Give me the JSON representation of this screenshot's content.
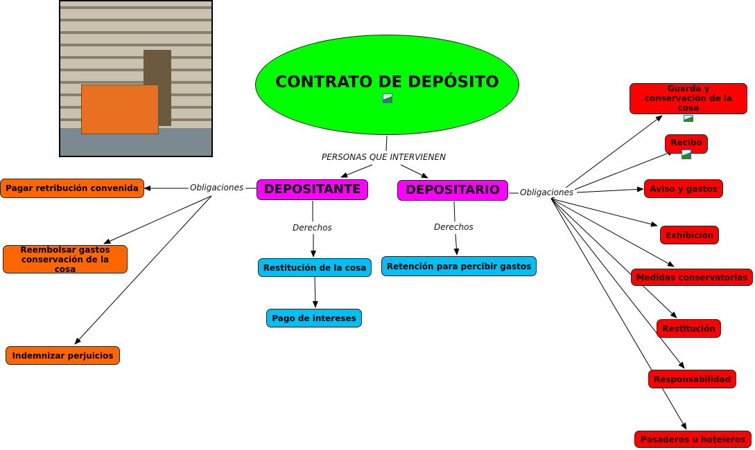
{
  "title": "CONTRATO DE DEPÓSITO",
  "link_labels": {
    "personas": "PERSONAS QUE INTERVIENEN",
    "obligaciones_left": "Obligaciones",
    "derechos_left": "Derechos",
    "derechos_right": "Derechos",
    "obligaciones_right": "Obligaciones"
  },
  "parties": {
    "depositante": "DEPOSITANTE",
    "depositario": "DEPOSITARIO"
  },
  "depositante_obligaciones": [
    "Pagar retribución convenida",
    "Reembolsar gastos conservación de la cosa",
    "Indemnizar perjuicios"
  ],
  "depositante_derechos": [
    "Restitución de la cosa",
    "Pago de intereses"
  ],
  "depositario_derechos": [
    "Retención para percibir gastos"
  ],
  "depositario_obligaciones": [
    "Guarda y conservación de la cosa",
    "Recibo",
    "Aviso y gastos",
    "Exhibición",
    "Medidas conservatorias",
    "Restitución",
    "Responsabilidad",
    "Posaderos u hoteleros"
  ],
  "colors": {
    "title": "#00ff00",
    "party": "#ff00ff",
    "left_obligations": "#ff6600",
    "rights": "#00bff3",
    "right_obligations": "#ff0000"
  }
}
